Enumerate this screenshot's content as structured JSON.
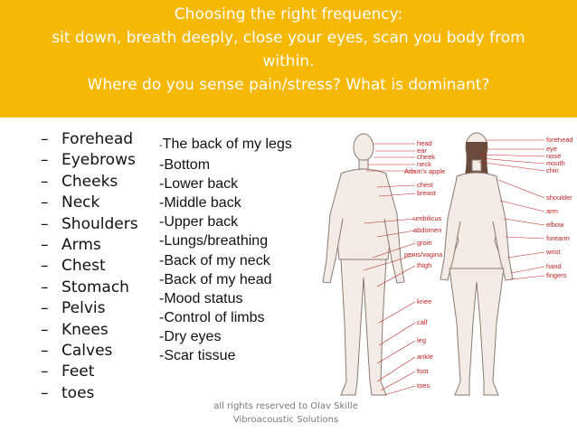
{
  "header": {
    "line1": "Choosing the right frequency:",
    "line2": "sit down, breath deeply, close your eyes, scan you body from",
    "line3": "within.",
    "line4": "Where do you sense pain/stress? What is dominant?"
  },
  "left_list": [
    "Forehead",
    "Eyebrows",
    "Cheeks",
    "Neck",
    "Shoulders",
    "Arms",
    "Chest",
    "Stomach",
    "Pelvis",
    "Knees",
    "Calves",
    "Feet",
    "toes"
  ],
  "right_list": [
    "The back of my legs",
    "-Bottom",
    "-Lower back",
    "-Middle back",
    "-Upper back",
    "-Lungs/breathing",
    "-Back of my neck",
    "-Back of my head",
    "-Mood status",
    "-Control of limbs",
    "-Dry eyes",
    "-Scar tissue"
  ],
  "right_list_first_prefix": "-",
  "footer": {
    "line1": "all rights reserved to Olav Skille",
    "line2": "Vibroacoustic Solutions"
  },
  "figure": {
    "male_labels": [
      "head",
      "ear",
      "cheek",
      "neck",
      "Adam's apple",
      "chest",
      "breast",
      "umbilicus",
      "abdomen",
      "groin",
      "penis/vagina",
      "thigh",
      "knee",
      "calf",
      "leg",
      "ankle",
      "foot",
      "toes"
    ],
    "female_labels": [
      "forehead",
      "eye",
      "nose",
      "mouth",
      "chin",
      "shoulder",
      "arm",
      "elbow",
      "forearm",
      "wrist",
      "hand",
      "fingers"
    ]
  }
}
